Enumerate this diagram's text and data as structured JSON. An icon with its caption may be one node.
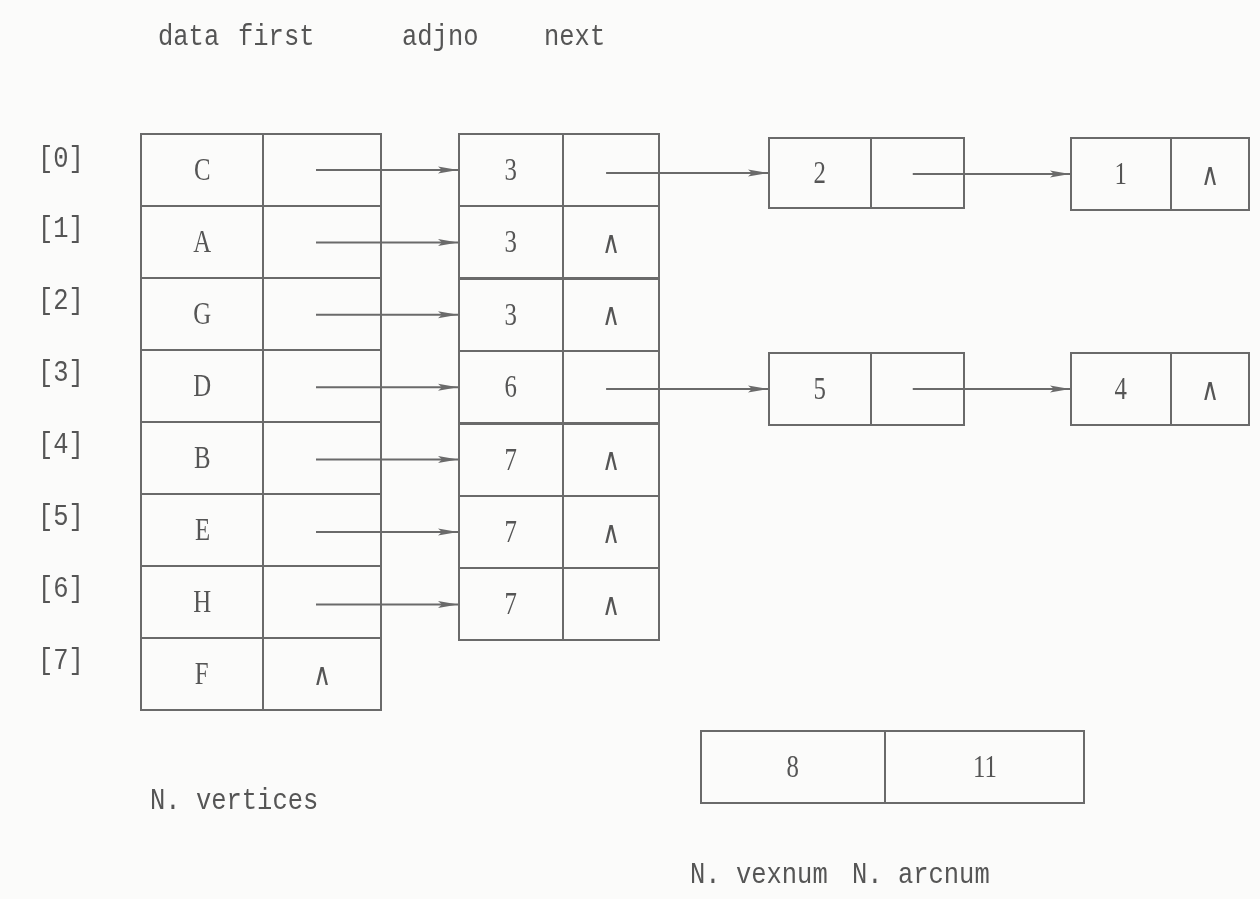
{
  "diagram": {
    "nodes": [
      {
        "text": [
          "C"
        ]
      },
      {
        "text": [
          "A"
        ]
      },
      {
        "text": [
          "G"
        ]
      },
      {
        "text": [
          "D"
        ]
      },
      {
        "text": [
          "B"
        ]
      },
      {
        "text": [
          "E"
        ]
      },
      {
        "text": [
          "H"
        ]
      },
      {
        "text": [
          "F",
          "∧"
        ]
      },
      {
        "text": [
          "3"
        ]
      },
      {
        "text": [
          "3",
          "∧"
        ]
      },
      {
        "text": [
          "3",
          "∧"
        ]
      },
      {
        "text": [
          "6"
        ]
      },
      {
        "text": [
          "7",
          "∧"
        ]
      },
      {
        "text": [
          "7",
          "∧"
        ]
      },
      {
        "text": [
          "7",
          "∧"
        ]
      },
      {
        "text": [
          "2"
        ]
      },
      {
        "text": [
          "1",
          "∧"
        ]
      },
      {
        "text": [
          "5"
        ]
      },
      {
        "text": [
          "4",
          "∧"
        ]
      },
      {
        "text": [
          "8",
          "11"
        ]
      }
    ],
    "edges": [
      {
        "from": 0,
        "to": 8,
        "arrow": "to"
      },
      {
        "from": 1,
        "to": 9,
        "arrow": "to"
      },
      {
        "from": 2,
        "to": 10,
        "arrow": "to"
      },
      {
        "from": 3,
        "to": 11,
        "arrow": "to"
      },
      {
        "from": 4,
        "to": 12,
        "arrow": "to"
      },
      {
        "from": 5,
        "to": 13,
        "arrow": "to"
      },
      {
        "from": 6,
        "to": 14,
        "arrow": "to"
      },
      {
        "from": 8,
        "to": 15,
        "arrow": "to"
      },
      {
        "from": 15,
        "to": 16,
        "arrow": "to"
      },
      {
        "from": 11,
        "to": 17,
        "arrow": "to"
      },
      {
        "from": 17,
        "to": 18,
        "arrow": "to"
      }
    ],
    "labels": [
      "data",
      "first",
      "adjno",
      "next",
      "[0]",
      "[1]",
      "[2]",
      "[3]",
      "[4]",
      "[5]",
      "[6]",
      "[7]",
      "N. vertices",
      "N. vexnum",
      "N. arcnum"
    ]
  }
}
